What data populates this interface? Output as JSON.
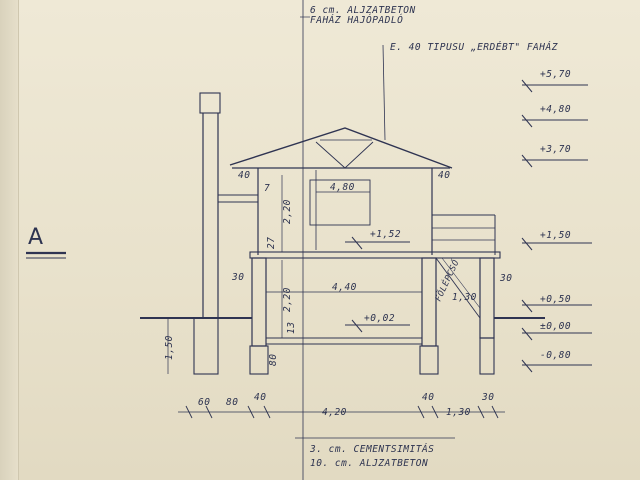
{
  "notes": {
    "top_1": "6 cm. ALJZATBETON",
    "top_2": "FAHÁZ HAJÓPADLÓ",
    "roof_type": "E. 40 TIPUSU „ERDÉBT\" FAHÁZ",
    "bottom_1": "3. cm. CEMENTSIMITÁS",
    "bottom_2": "10. cm. ALJZATBETON"
  },
  "section_mark": "A",
  "levels": {
    "l1": "+5,70",
    "l2": "+4,80",
    "l3": "+3,70",
    "l4": "+1,50",
    "l5": "+0,50",
    "l6": "±0,00",
    "l7": "-0,80",
    "inner_upper": "+1,52",
    "inner_lower": "+0,02"
  },
  "dims": {
    "eave_left": "40",
    "eave_right": "40",
    "roof_inner_w": "4,80",
    "upper_wall_h": "2,20",
    "floor_thk": "27",
    "wall_left_30": "30",
    "wall_right_30": "30",
    "inner_w": "4,40",
    "lower_h": "2,20",
    "beam_13": "13",
    "foot_80": "80",
    "chimney_depth": "1,50",
    "stair_label": "FÖLÉPCSŐ",
    "stair_w": "1,30",
    "bottom_60": "60",
    "bottom_80": "80",
    "bottom_40a": "40",
    "bottom_420": "4,20",
    "bottom_40b": "40",
    "bottom_130": "1,30",
    "bottom_30": "30",
    "small_7": "7"
  }
}
